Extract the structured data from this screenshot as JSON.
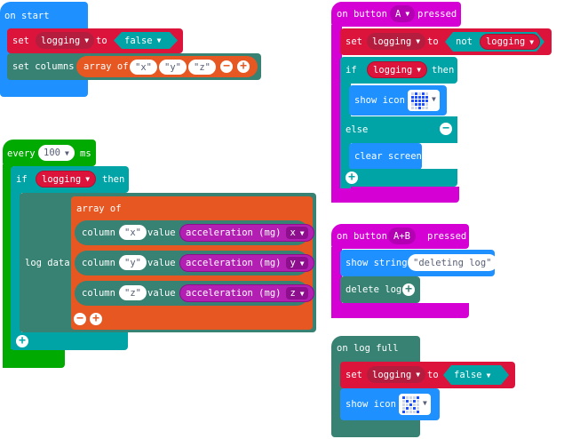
{
  "on_start": {
    "hat_label": "on start",
    "set_label": "set",
    "var_name": "logging",
    "to_label": "to",
    "value": "false",
    "set_columns_label": "set columns",
    "array_of_label": "array of",
    "columns": [
      "\"x\"",
      "\"y\"",
      "\"z\""
    ],
    "remove_symbol": "−",
    "add_symbol": "+"
  },
  "every": {
    "label": "every",
    "interval": "100",
    "unit": "ms",
    "if_label": "if",
    "condition_var": "logging",
    "then_label": "then",
    "log_data_label": "log data",
    "array_of_label": "array of",
    "rows": [
      {
        "column_label": "column",
        "name": "\"x\"",
        "value_label": "value",
        "sensor": "acceleration (mg)",
        "axis": "x"
      },
      {
        "column_label": "column",
        "name": "\"y\"",
        "value_label": "value",
        "sensor": "acceleration (mg)",
        "axis": "y"
      },
      {
        "column_label": "column",
        "name": "\"z\"",
        "value_label": "value",
        "sensor": "acceleration (mg)",
        "axis": "z"
      }
    ],
    "remove_symbol": "−",
    "add_symbol": "+"
  },
  "on_button_a": {
    "on_label": "on button",
    "button": "A",
    "pressed_label": "pressed",
    "set_label": "set",
    "var_name": "logging",
    "to_label": "to",
    "not_label": "not",
    "not_var": "logging",
    "if_label": "if",
    "condition_var": "logging",
    "then_label": "then",
    "show_icon_label": "show icon",
    "icon": "heart-icon",
    "else_label": "else",
    "clear_screen_label": "clear screen",
    "remove_symbol": "−",
    "add_symbol": "+"
  },
  "on_button_ab": {
    "on_label": "on button",
    "button": "A+B",
    "pressed_label": "pressed",
    "show_string_label": "show string",
    "string_value": "\"deleting log\"",
    "delete_log_label": "delete log",
    "add_symbol": "+"
  },
  "on_log_full": {
    "label": "on log full",
    "set_label": "set",
    "var_name": "logging",
    "to_label": "to",
    "value": "false",
    "show_icon_label": "show icon",
    "icon": "x-icon"
  },
  "colors": {
    "basic": "#1e90ff",
    "input": "#d400d4",
    "variables": "#dc143c",
    "logic": "#00a4a6",
    "loops": "#00aa00",
    "arrays": "#e65722",
    "datalogger": "#378273"
  }
}
